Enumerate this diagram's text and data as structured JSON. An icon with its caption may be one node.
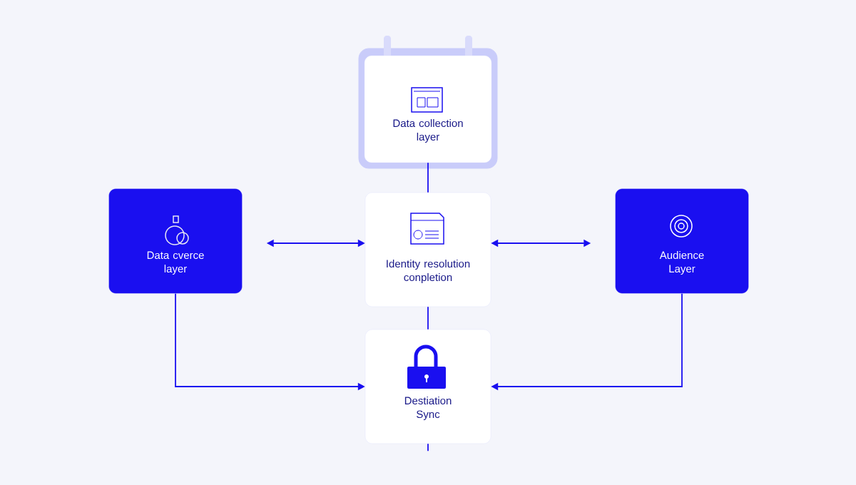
{
  "diagram": {
    "nodes": [
      {
        "text": [
          "Data collection layer"
        ]
      },
      {
        "text": [
          "Data cverce layer"
        ]
      },
      {
        "text": [
          "Identity resolution conpletion"
        ]
      },
      {
        "text": [
          "Audience Layer"
        ]
      },
      {
        "text": [
          "Destiation Sync"
        ]
      }
    ],
    "edges": [
      {
        "from": 0,
        "to": 2,
        "arrow": "none"
      },
      {
        "from": 1,
        "to": 2,
        "arrow": "both"
      },
      {
        "from": 2,
        "to": 3,
        "arrow": "both"
      },
      {
        "from": 1,
        "to": 4,
        "arrow": "to"
      },
      {
        "from": 3,
        "to": 4,
        "arrow": "to"
      },
      {
        "from": 2,
        "to": 4,
        "arrow": "none"
      },
      {
        "from": 4,
        "to": null,
        "arrow": "none"
      }
    ]
  }
}
